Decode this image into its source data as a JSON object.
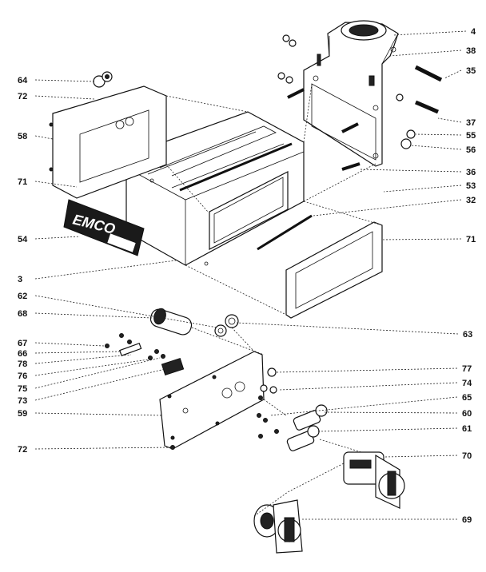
{
  "diagram": {
    "emblem": {
      "text": "EMCO"
    },
    "callouts": [
      {
        "id": "4",
        "label": "4",
        "side": "right"
      },
      {
        "id": "38",
        "label": "38",
        "side": "right"
      },
      {
        "id": "35",
        "label": "35",
        "side": "right"
      },
      {
        "id": "37",
        "label": "37",
        "side": "right"
      },
      {
        "id": "55",
        "label": "55",
        "side": "right"
      },
      {
        "id": "56",
        "label": "56",
        "side": "right"
      },
      {
        "id": "36",
        "label": "36",
        "side": "right"
      },
      {
        "id": "53",
        "label": "53",
        "side": "right"
      },
      {
        "id": "32",
        "label": "32",
        "side": "right"
      },
      {
        "id": "71r",
        "label": "71",
        "side": "right"
      },
      {
        "id": "63",
        "label": "63",
        "side": "right"
      },
      {
        "id": "77",
        "label": "77",
        "side": "right"
      },
      {
        "id": "74",
        "label": "74",
        "side": "right"
      },
      {
        "id": "65",
        "label": "65",
        "side": "right"
      },
      {
        "id": "60",
        "label": "60",
        "side": "right"
      },
      {
        "id": "61",
        "label": "61",
        "side": "right"
      },
      {
        "id": "70",
        "label": "70",
        "side": "right"
      },
      {
        "id": "69",
        "label": "69",
        "side": "right"
      },
      {
        "id": "64",
        "label": "64",
        "side": "left"
      },
      {
        "id": "72a",
        "label": "72",
        "side": "left"
      },
      {
        "id": "58",
        "label": "58",
        "side": "left"
      },
      {
        "id": "71l",
        "label": "71",
        "side": "left"
      },
      {
        "id": "54",
        "label": "54",
        "side": "left"
      },
      {
        "id": "3",
        "label": "3",
        "side": "left"
      },
      {
        "id": "62",
        "label": "62",
        "side": "left"
      },
      {
        "id": "68",
        "label": "68",
        "side": "left"
      },
      {
        "id": "67",
        "label": "67",
        "side": "left"
      },
      {
        "id": "66",
        "label": "66",
        "side": "left"
      },
      {
        "id": "78",
        "label": "78",
        "side": "left"
      },
      {
        "id": "76",
        "label": "76",
        "side": "left"
      },
      {
        "id": "75",
        "label": "75",
        "side": "left"
      },
      {
        "id": "73",
        "label": "73",
        "side": "left"
      },
      {
        "id": "59",
        "label": "59",
        "side": "left"
      },
      {
        "id": "72b",
        "label": "72",
        "side": "left"
      }
    ]
  }
}
